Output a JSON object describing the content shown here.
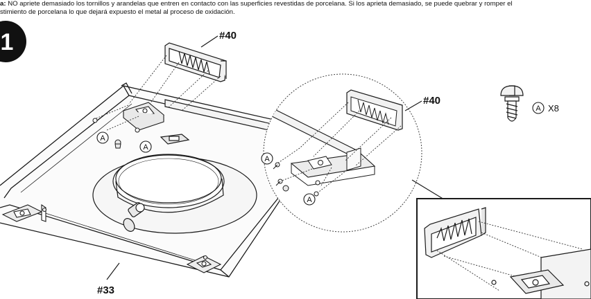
{
  "note": {
    "prefix": "a:",
    "line1": " NO apriete demasiado los tornillos y arandelas  que entren en contacto con las superficies revestidas de porcelana. Si los aprieta demasiado, se puede quebrar y romper el",
    "line2": "stimiento de porcelana lo que dejará expuesto el metal al proceso de oxidación."
  },
  "step_number": "1",
  "parts": {
    "bracket_label_main": "#40",
    "bracket_label_detail": "#40",
    "base_label": "#33"
  },
  "hardware": {
    "callout": "A",
    "quantity": "X8"
  },
  "colors": {
    "line": "#1a1a1a",
    "dotted": "#333333",
    "fill_light": "#f2f2f2",
    "fill_mid": "#dcdcdc"
  }
}
